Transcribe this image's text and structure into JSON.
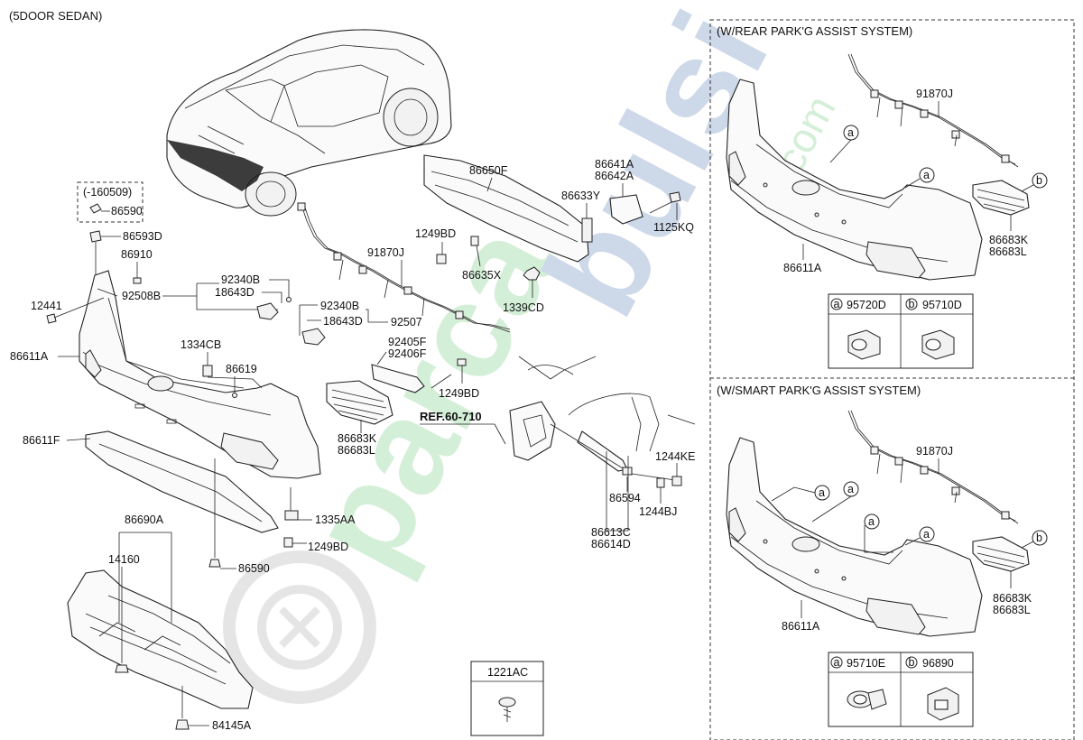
{
  "section_titles": {
    "main": "(5DOOR SEDAN)",
    "rear_assist": "(W/REAR PARK'G ASSIST SYSTEM)",
    "smart_assist": "(W/SMART PARK'G ASSIST SYSTEM)"
  },
  "date_note": "(-160509)",
  "ref_label": "REF.60-710",
  "watermark": {
    "text_green": "parca",
    "text_blue": "bulsi",
    "suffix": ".com"
  },
  "parts": {
    "p86590a": "86590",
    "p86593D": "86593D",
    "p86910": "86910",
    "p92508B": "92508B",
    "p12441": "12441",
    "p86611A_main": "86611A",
    "p92340B_1": "92340B",
    "p18643D_1": "18643D",
    "p92340B_2": "92340B",
    "p18643D_2": "18643D",
    "p92507": "92507",
    "p92405F": "92405F",
    "p92406F": "92406F",
    "p1334CB": "1334CB",
    "p86619": "86619",
    "p91870J_main": "91870J",
    "p86650F": "86650F",
    "p1249BD_1": "1249BD",
    "p86635X": "86635X",
    "p86633Y": "86633Y",
    "p86641A": "86641A",
    "p86642A": "86642A",
    "p1125KQ": "1125KQ",
    "p1339CD": "1339CD",
    "p1249BD_2": "1249BD",
    "p86683K_main": "86683K",
    "p86683L_main": "86683L",
    "p86611F": "86611F",
    "p1335AA": "1335AA",
    "p1249BD_3": "1249BD",
    "p86590b": "86590",
    "p86690A": "86690A",
    "p14160": "14160",
    "p84145A": "84145A",
    "p1244KE": "1244KE",
    "p86594": "86594",
    "p1244BJ": "1244BJ",
    "p86613C": "86613C",
    "p86614D": "86614D",
    "p1221AC": "1221AC",
    "p91870J_rear": "91870J",
    "p86611A_rear": "86611A",
    "p86683K_rear": "86683K",
    "p86683L_rear": "86683L",
    "p95720D": "95720D",
    "p95710D": "95710D",
    "p91870J_smart": "91870J",
    "p86611A_smart": "86611A",
    "p86683K_smart": "86683K",
    "p86683L_smart": "86683L",
    "p95710E": "95710E",
    "p96890": "96890"
  },
  "callout_letters": {
    "a": "a",
    "b": "b"
  },
  "colors": {
    "line": "#222222",
    "watermark_green": "#3cb44b",
    "watermark_blue": "#1f4e9c",
    "watermark_gray": "#b8b8b8"
  }
}
